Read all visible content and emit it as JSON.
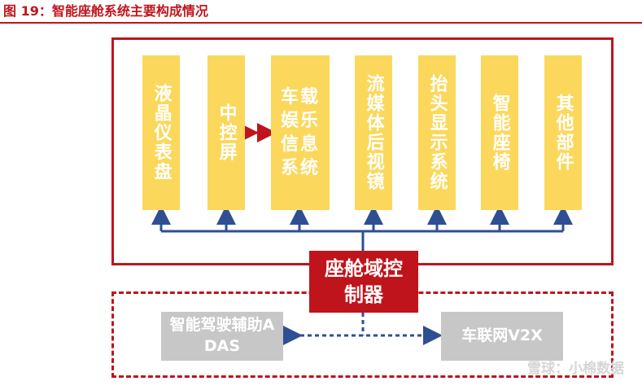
{
  "title": "图 19：智能座舱系统主要构成情况",
  "modules": [
    {
      "label": "液晶仪表盘"
    },
    {
      "label": "中控屏"
    },
    {
      "label": "车载娱乐信息系统"
    },
    {
      "label": "流媒体后视镜"
    },
    {
      "label": "抬头显示系统"
    },
    {
      "label": "智能座椅"
    },
    {
      "label": "其他部件"
    }
  ],
  "controller": {
    "label": "座舱域控制器"
  },
  "peripherals": {
    "adas": "智能驾驶辅助ADAS",
    "v2x": "车联网V2X"
  },
  "watermark": "雪球：小棉数据",
  "colors": {
    "accent_red": "#c0141c",
    "module_yellow": "#fbd85c",
    "connector_blue": "#2f4f93",
    "grey_box": "#c7c7c7"
  }
}
